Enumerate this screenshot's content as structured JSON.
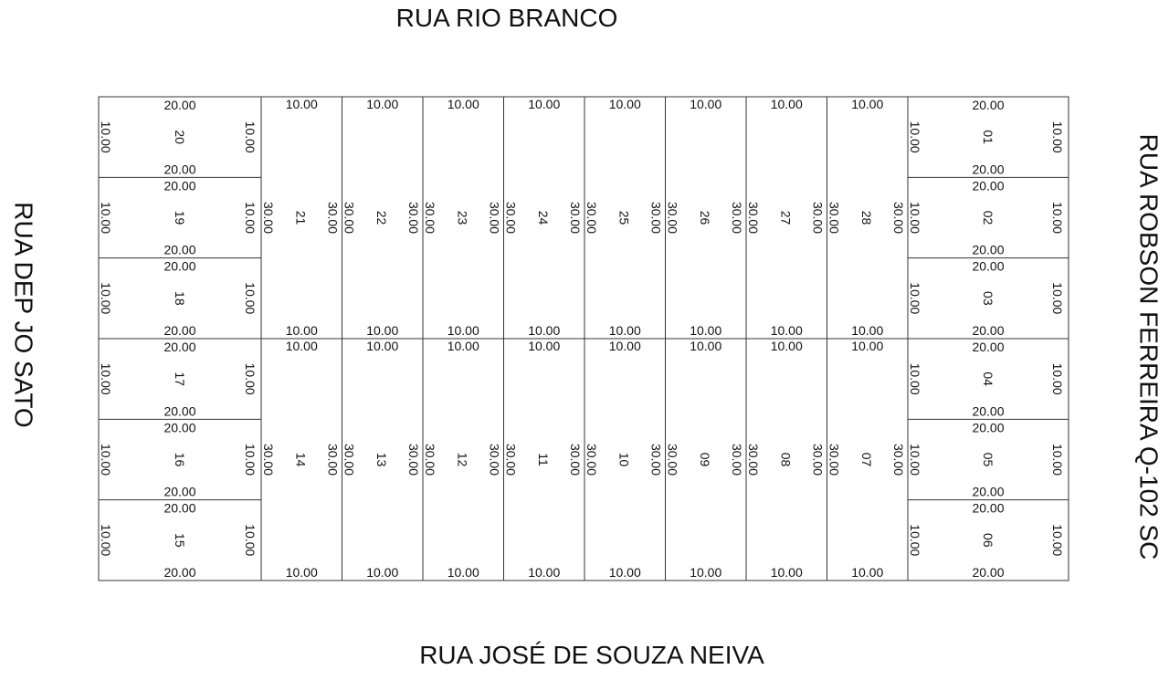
{
  "streets": {
    "north": "RUA RIO BRANCO",
    "south": "RUA  JOSÉ DE SOUZA NEIVA",
    "west": "RUA DEP JO SATO",
    "east": "RUA ROBSON FERREIRA  Q-102 SC"
  },
  "lots": {
    "left_column": [
      {
        "number": "20",
        "front": "20.00",
        "back": "20.00",
        "side_outer": "10.00",
        "side_inner": "10.00"
      },
      {
        "number": "19",
        "front": "20.00",
        "back": "20.00",
        "side_outer": "10.00",
        "side_inner": "10.00"
      },
      {
        "number": "18",
        "front": "20.00",
        "back": "20.00",
        "side_outer": "10.00",
        "side_inner": "10.00"
      },
      {
        "number": "17",
        "front": "20.00",
        "back": "20.00",
        "side_outer": "10.00",
        "side_inner": "10.00"
      },
      {
        "number": "16",
        "front": "20.00",
        "back": "20.00",
        "side_outer": "10.00",
        "side_inner": "10.00"
      },
      {
        "number": "15",
        "front": "20.00",
        "back": "20.00",
        "side_outer": "10.00",
        "side_inner": "10.00"
      }
    ],
    "right_column": [
      {
        "number": "01",
        "front": "20.00",
        "back": "20.00",
        "side_outer": "10.00",
        "side_inner": "10.00"
      },
      {
        "number": "02",
        "front": "20.00",
        "back": "20.00",
        "side_outer": "10.00",
        "side_inner": "10.00"
      },
      {
        "number": "03",
        "front": "20.00",
        "back": "20.00",
        "side_outer": "10.00",
        "side_inner": "10.00"
      },
      {
        "number": "04",
        "front": "20.00",
        "back": "20.00",
        "side_outer": "10.00",
        "side_inner": "10.00"
      },
      {
        "number": "05",
        "front": "20.00",
        "back": "20.00",
        "side_outer": "10.00",
        "side_inner": "10.00"
      },
      {
        "number": "06",
        "front": "20.00",
        "back": "20.00",
        "side_outer": "10.00",
        "side_inner": "10.00"
      }
    ],
    "top_row": [
      {
        "number": "21",
        "front": "10.00",
        "back": "10.00",
        "side_left": "30.00",
        "side_right": "30.00"
      },
      {
        "number": "22",
        "front": "10.00",
        "back": "10.00",
        "side_left": "30.00",
        "side_right": "30.00"
      },
      {
        "number": "23",
        "front": "10.00",
        "back": "10.00",
        "side_left": "30.00",
        "side_right": "30.00"
      },
      {
        "number": "24",
        "front": "10.00",
        "back": "10.00",
        "side_left": "30.00",
        "side_right": "30.00"
      },
      {
        "number": "25",
        "front": "10.00",
        "back": "10.00",
        "side_left": "30.00",
        "side_right": "30.00"
      },
      {
        "number": "26",
        "front": "10.00",
        "back": "10.00",
        "side_left": "30.00",
        "side_right": "30.00"
      },
      {
        "number": "27",
        "front": "10.00",
        "back": "10.00",
        "side_left": "30.00",
        "side_right": "30.00"
      },
      {
        "number": "28",
        "front": "10.00",
        "back": "10.00",
        "side_left": "30.00",
        "side_right": "30.00"
      }
    ],
    "bottom_row": [
      {
        "number": "14",
        "front": "10.00",
        "back": "10.00",
        "side_left": "30.00",
        "side_right": "30.00"
      },
      {
        "number": "13",
        "front": "10.00",
        "back": "10.00",
        "side_left": "30.00",
        "side_right": "30.00"
      },
      {
        "number": "12",
        "front": "10.00",
        "back": "10.00",
        "side_left": "30.00",
        "side_right": "30.00"
      },
      {
        "number": "11",
        "front": "10.00",
        "back": "10.00",
        "side_left": "30.00",
        "side_right": "30.00"
      },
      {
        "number": "10",
        "front": "10.00",
        "back": "10.00",
        "side_left": "30.00",
        "side_right": "30.00"
      },
      {
        "number": "09",
        "front": "10.00",
        "back": "10.00",
        "side_left": "30.00",
        "side_right": "30.00"
      },
      {
        "number": "08",
        "front": "10.00",
        "back": "10.00",
        "side_left": "30.00",
        "side_right": "30.00"
      },
      {
        "number": "07",
        "front": "10.00",
        "back": "10.00",
        "side_left": "30.00",
        "side_right": "30.00"
      }
    ]
  }
}
